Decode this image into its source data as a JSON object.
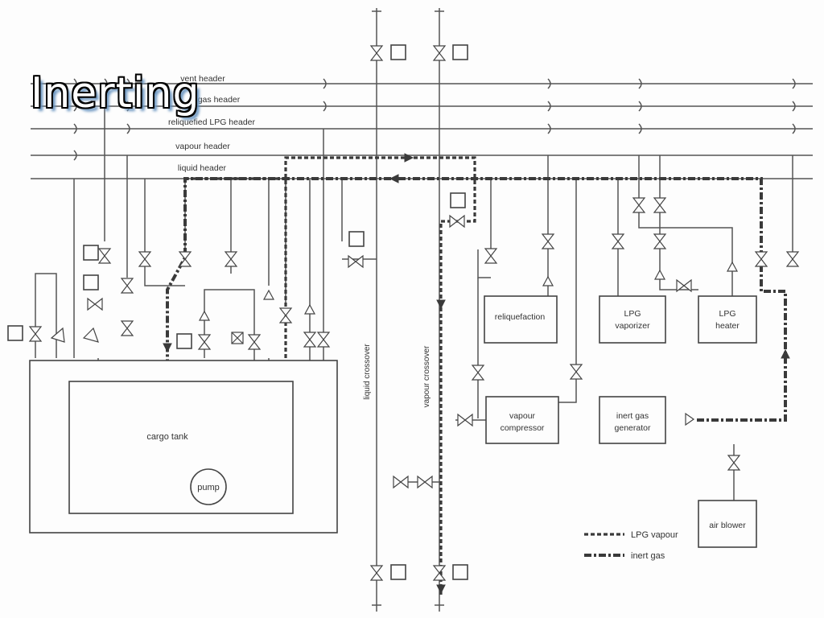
{
  "title": "Inerting",
  "headers": {
    "vent": "vent header",
    "gas": "gas header",
    "reliquefied": "reliquefied LPG header",
    "vapour": "vapour header",
    "liquid": "liquid header"
  },
  "equipment": {
    "cargo_tank": "cargo tank",
    "pump": "pump",
    "reliquefaction": "reliquefaction",
    "lpg_vaporizer_1": "LPG",
    "lpg_vaporizer_2": "vaporizer",
    "lpg_heater_1": "LPG",
    "lpg_heater_2": "heater",
    "vapour_compressor_1": "vapour",
    "vapour_compressor_2": "compressor",
    "inert_gas_generator_1": "inert gas",
    "inert_gas_generator_2": "generator",
    "air_blower": "air blower"
  },
  "crossovers": {
    "liquid": "liquid crossover",
    "vapour": "vapour crossover"
  },
  "legend": {
    "lpg_vapour": "LPG vapour",
    "inert_gas": "inert gas"
  },
  "colors": {
    "line": "#555555",
    "flow": "#3a3a3a",
    "title_fill": "#ffffff",
    "title_shadow": "#6a95c0"
  }
}
